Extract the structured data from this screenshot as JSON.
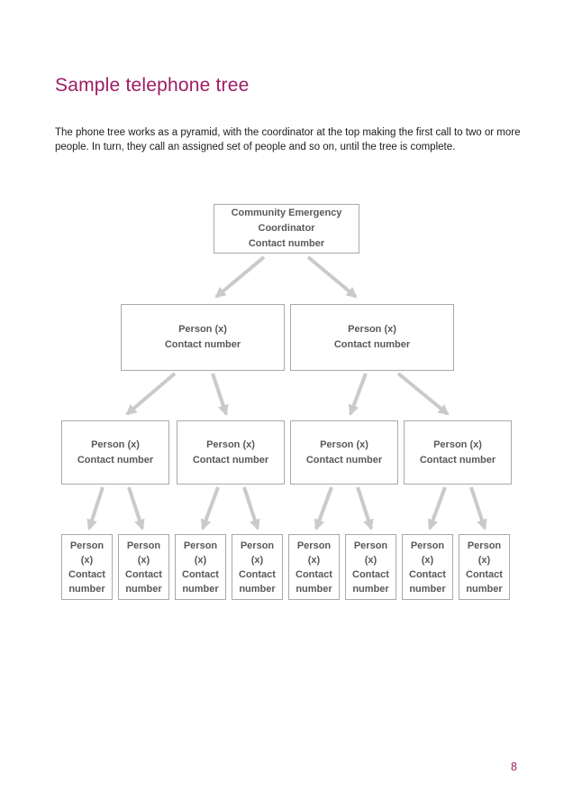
{
  "page": {
    "title": "Sample telephone tree",
    "intro": "The phone tree works as a pyramid, with the coordinator at the top making the first call to two or more people. In turn, they call an assigned set of people and so on, until the tree is complete.",
    "page_number": "8"
  },
  "colors": {
    "accent": "#9e1c64",
    "box_border": "#a9a9a9",
    "box_text": "#595959",
    "arrow": "#cacaca"
  },
  "tree": {
    "root": [
      "Community Emergency",
      "Coordinator",
      "Contact number"
    ],
    "level2": [
      [
        "Person (x)",
        "Contact number"
      ],
      [
        "Person (x)",
        "Contact number"
      ]
    ],
    "level3": [
      [
        "Person (x)",
        "Contact number"
      ],
      [
        "Person (x)",
        "Contact number"
      ],
      [
        "Person (x)",
        "Contact number"
      ],
      [
        "Person (x)",
        "Contact number"
      ]
    ],
    "level4": [
      [
        "Person",
        "(x)",
        "Contact",
        "number"
      ],
      [
        "Person",
        "(x)",
        "Contact",
        "number"
      ],
      [
        "Person",
        "(x)",
        "Contact",
        "number"
      ],
      [
        "Person",
        "(x)",
        "Contact",
        "number"
      ],
      [
        "Person",
        "(x)",
        "Contact",
        "number"
      ],
      [
        "Person",
        "(x)",
        "Contact",
        "number"
      ],
      [
        "Person",
        "(x)",
        "Contact",
        "number"
      ],
      [
        "Person",
        "(x)",
        "Contact",
        "number"
      ]
    ]
  }
}
